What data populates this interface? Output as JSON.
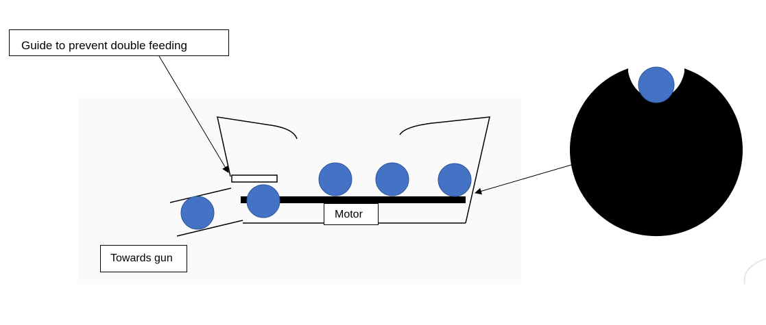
{
  "labels": {
    "guide": "Guide to prevent double feeding",
    "gun": "Towards gun",
    "motor": "Motor"
  },
  "colors": {
    "ball": "#4472c4",
    "ball_stroke": "#2f5597",
    "line": "#000000",
    "disc": "#000000",
    "background": "#ffffff"
  }
}
